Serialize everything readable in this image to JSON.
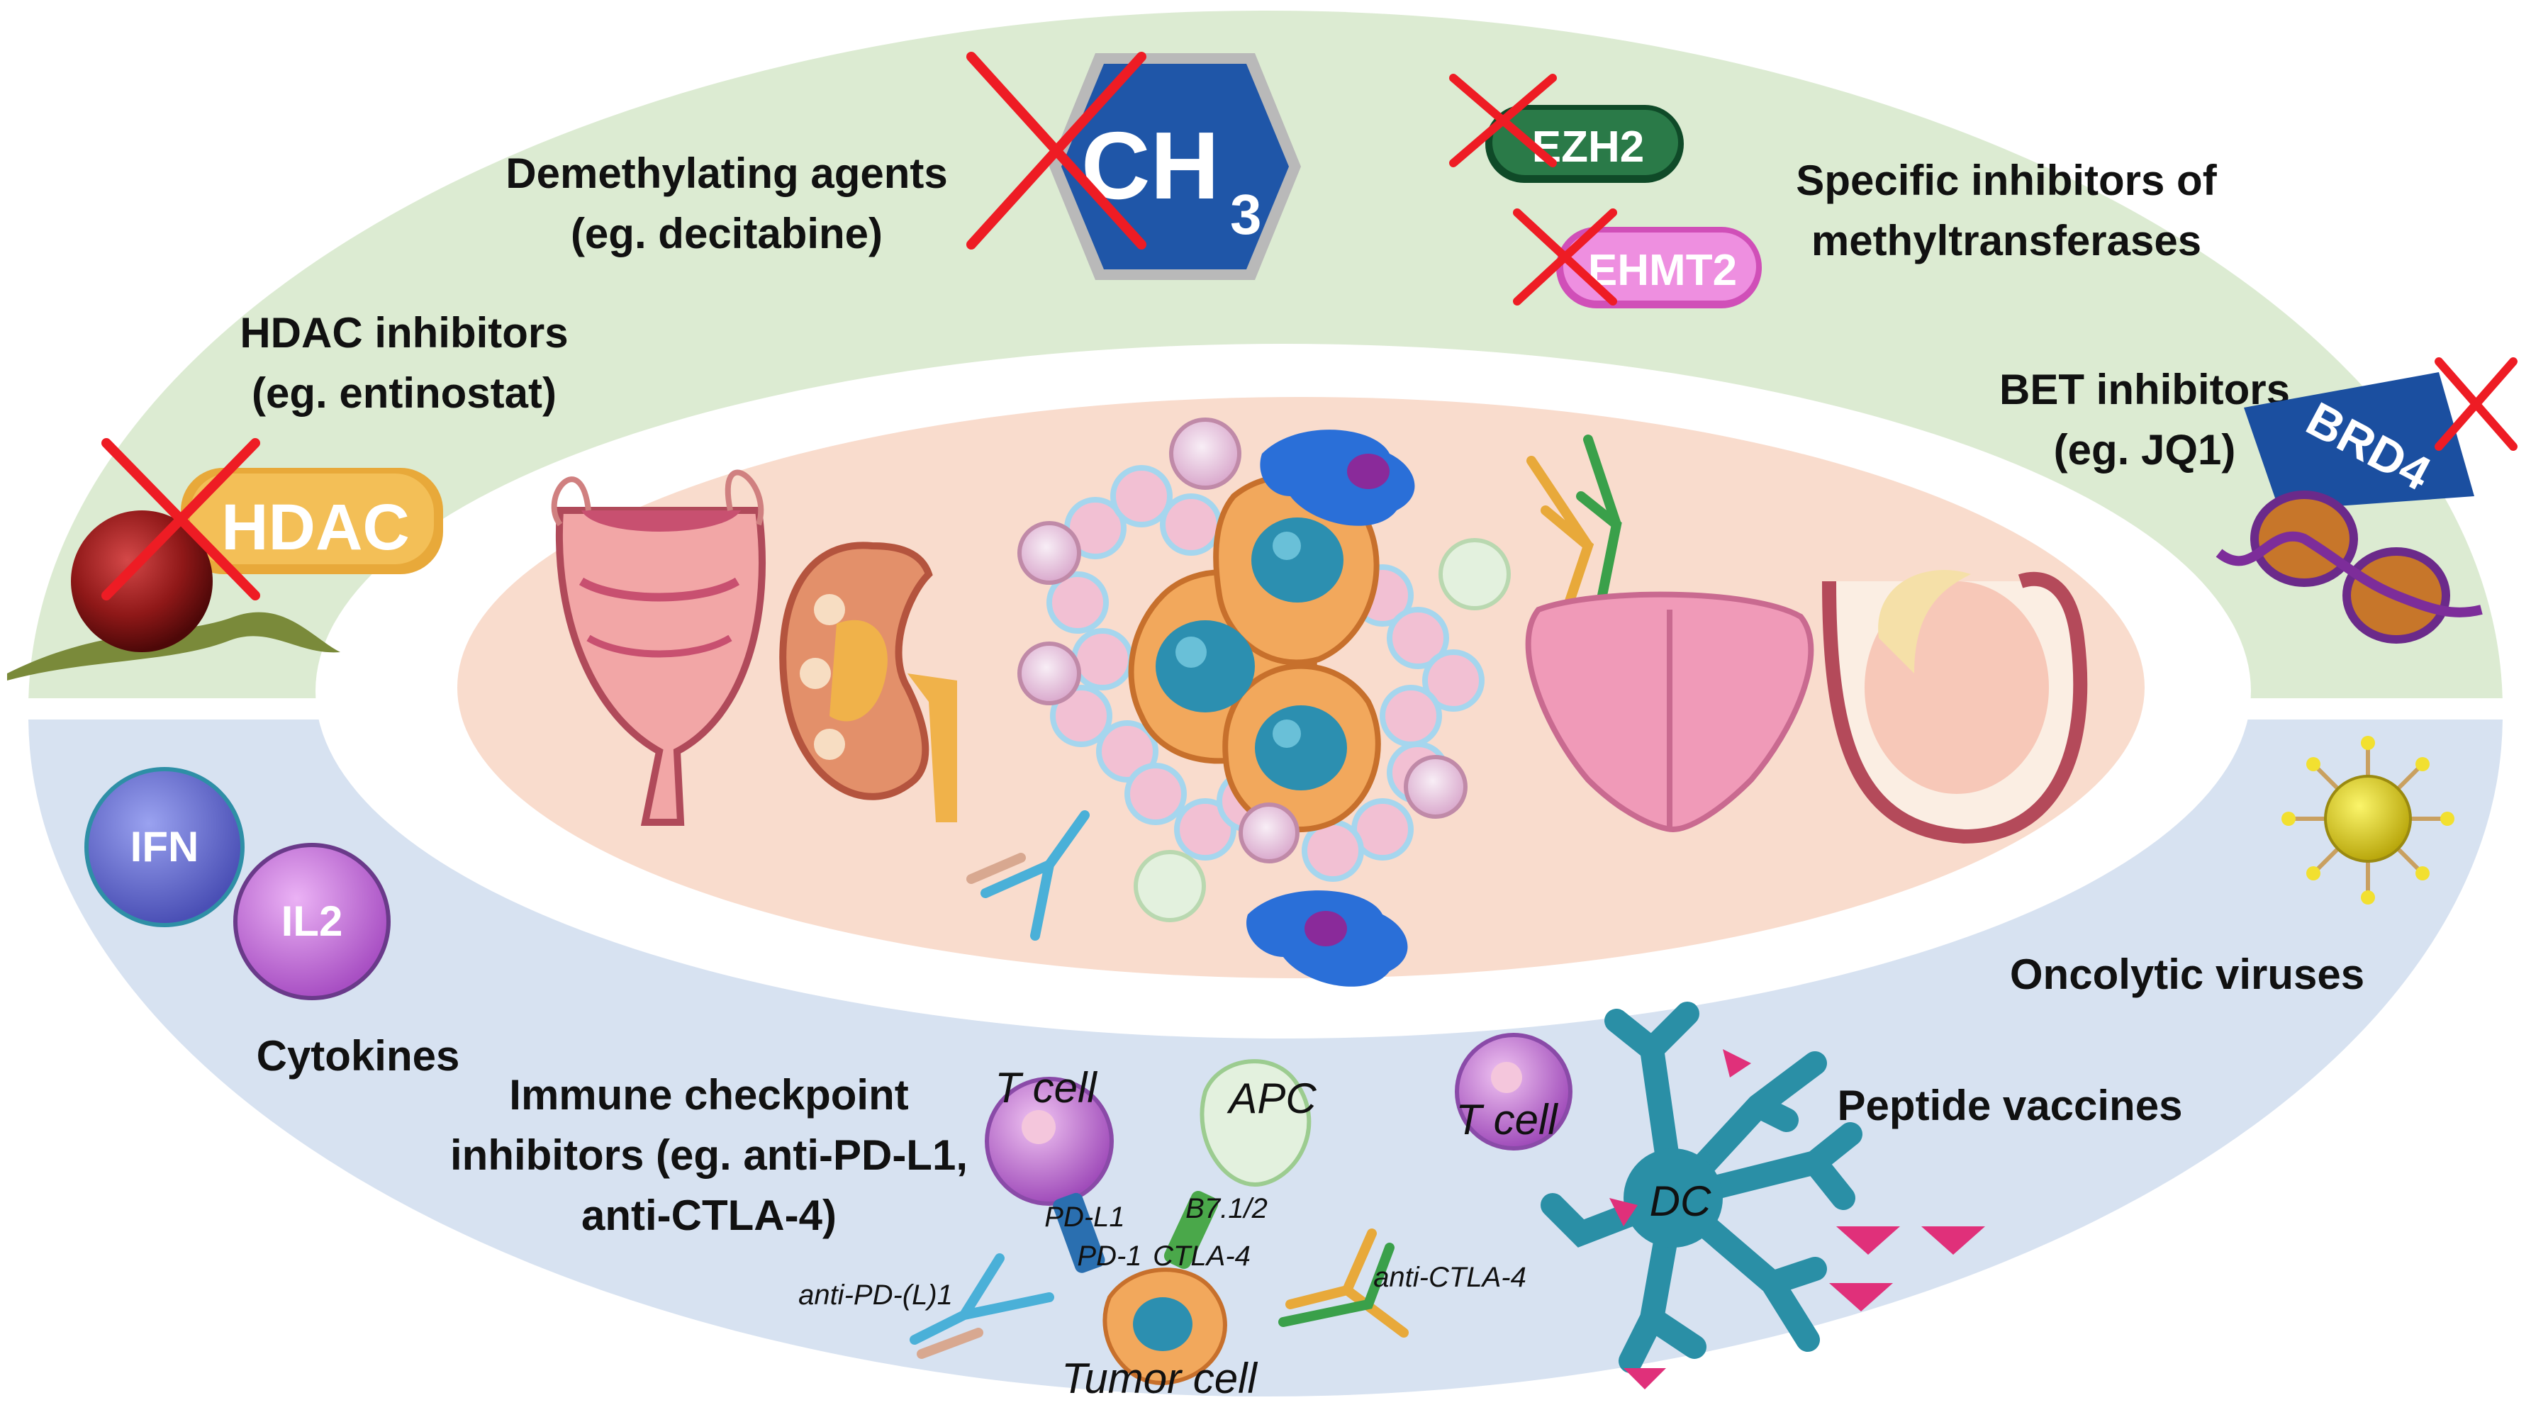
{
  "top_labels": {
    "demethylating": [
      "Demethylating agents",
      "(eg. decitabine)"
    ],
    "methyltransferase": [
      "Specific inhibitors of",
      "methyltransferases"
    ],
    "hdac": [
      "HDAC inhibitors",
      "(eg. entinostat)"
    ],
    "bet": [
      "BET inhibitors",
      "(eg. JQ1)"
    ]
  },
  "molecule_tags": {
    "ch3": "CH",
    "ch3_sub": "3",
    "ezh2": "EZH2",
    "ehmt2": "EHMT2",
    "hdac": "HDAC",
    "brd4": "BRD4"
  },
  "bottom_labels": {
    "ifn": "IFN",
    "il2": "IL2",
    "cytokines": "Cytokines",
    "checkpoint": [
      "Immune checkpoint",
      "inhibitors (eg. anti-PD-L1,",
      "anti-CTLA-4)"
    ],
    "oncolytic": "Oncolytic viruses",
    "peptide": "Peptide vaccines",
    "t_cell_1": "T cell",
    "apc": "APC",
    "pd_l1": "PD-L1",
    "b7": "B7.1/2",
    "pd_1": "PD-1",
    "ctla4": "CTLA-4",
    "anti_pdl1": "anti-PD-(L)1",
    "anti_ctla4": "anti-CTLA-4",
    "tumor_cell": "Tumor cell",
    "t_cell_2": "T cell",
    "dc": "DC"
  },
  "colors": {
    "green_band": "#dcebd2",
    "blue_band": "#d7e2f1",
    "center": "#f9dccd",
    "red_x": "#ee1c24",
    "ch3_hex": "#1f56a8",
    "ezh2": "#1d6b3d",
    "ehmt2": "#e05cc9",
    "hdac_tag": "#e8a93a",
    "brd4": "#1b4fa0",
    "ifn": "#6a6fd0",
    "il2": "#c479d8",
    "tumor": "#f2a85c",
    "nucleus": "#2c8fb0",
    "dc": "#2a8fa6",
    "vaccine": "#e0307a"
  }
}
